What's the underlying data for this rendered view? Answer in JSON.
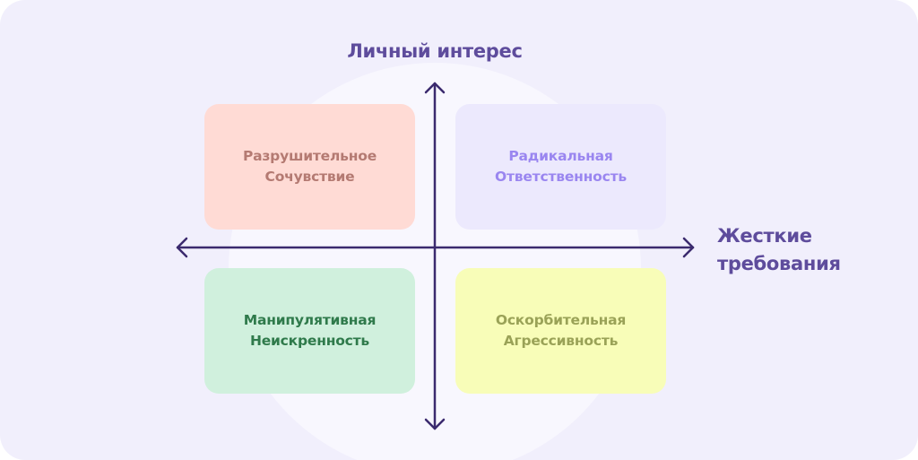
{
  "axes": {
    "vertical_label": "Личный интерес",
    "horizontal_label_line1": "Жесткие",
    "horizontal_label_line2": "требования"
  },
  "quadrants": [
    {
      "line1": "Разрушительное",
      "line2": "Сочувствие",
      "bg": "#ffdbd5",
      "color": "#b47a72"
    },
    {
      "line1": "Радикальная",
      "line2": "Ответственность",
      "bg": "#ece9fd",
      "color": "#9a86f0"
    },
    {
      "line1": "Манипулятивная",
      "line2": "Неискренность",
      "bg": "#d0f0dd",
      "color": "#2f7a4b"
    },
    {
      "line1": "Оскорбительная",
      "line2": "Агрессивность",
      "bg": "#f8fdb8",
      "color": "#9aa257"
    }
  ],
  "colors": {
    "axis": "#3b2a6e",
    "label": "#5e4c9c",
    "background": "#f1effc"
  }
}
